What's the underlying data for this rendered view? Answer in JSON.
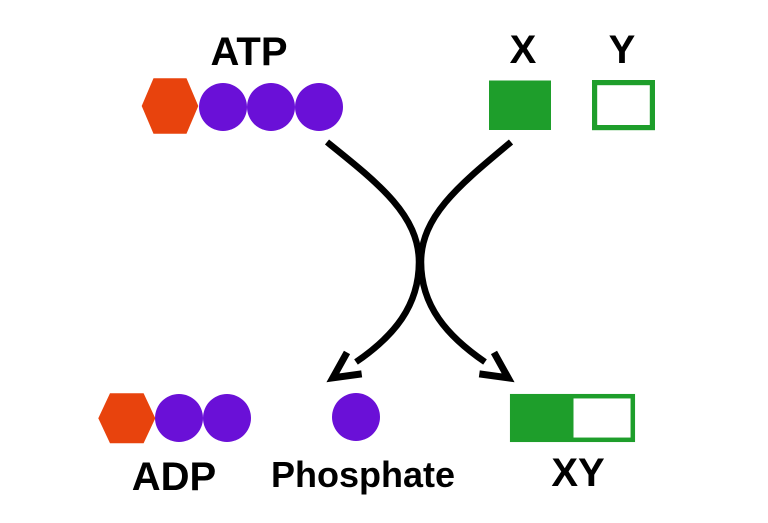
{
  "colors": {
    "orange": "#E8430D",
    "purple": "#6A10D7",
    "green": "#1E9E2B",
    "ink": "#000000",
    "background": "#FFFFFF"
  },
  "reactants": {
    "atp": {
      "label": "ATP",
      "shape": "orange-hexagon-with-3-purple-circles"
    },
    "x": {
      "label": "X",
      "shape": "green-filled-square"
    },
    "y": {
      "label": "Y",
      "shape": "green-outlined-square"
    }
  },
  "products": {
    "adp": {
      "label": "ADP",
      "shape": "orange-hexagon-with-2-purple-circles"
    },
    "phosphate": {
      "label": "Phosphate",
      "shape": "purple-circle"
    },
    "xy": {
      "label": "XY",
      "shape": "half-green-filled-rectangle"
    }
  },
  "arrows": [
    {
      "name": "left-arrow",
      "from": "ATP",
      "to": "ADP + Phosphate"
    },
    {
      "name": "right-arrow",
      "from": "X + Y",
      "to": "XY"
    }
  ]
}
